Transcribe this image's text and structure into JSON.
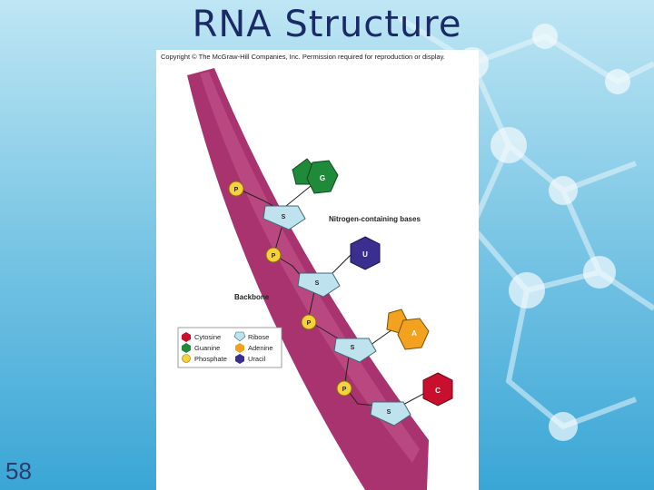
{
  "slide": {
    "title": "RNA Structure",
    "number": "58"
  },
  "figure": {
    "copyright": "Copyright © The McGraw-Hill Companies, Inc. Permission required for reproduction or display.",
    "labels": {
      "bases": "Nitrogen-containing bases",
      "backbone": "Backbone"
    },
    "nodes": {
      "phosphate": "P",
      "sugar": "S"
    },
    "bases": {
      "guanine": "G",
      "uracil": "U",
      "adenine": "A",
      "cytosine": "C"
    },
    "key": [
      {
        "symbol": "C",
        "label": "Cytosine",
        "color": "#c8102e"
      },
      {
        "symbol": "S",
        "label": "Ribose",
        "color": "#bfe3ee"
      },
      {
        "symbol": "G",
        "label": "Guanine",
        "color": "#1f8a3a"
      },
      {
        "symbol": "A",
        "label": "Adenine",
        "color": "#f2a21e"
      },
      {
        "symbol": "P",
        "label": "Phosphate",
        "color": "#f5d23a"
      },
      {
        "symbol": "U",
        "label": "Uracil",
        "color": "#3a2f8f"
      }
    ],
    "colors": {
      "backbone": "#a8336e",
      "sugar": "#bfe3ee",
      "phosphate": "#f5d23a",
      "guanine": "#1f8a3a",
      "uracil": "#3a2f8f",
      "adenine": "#f2a21e",
      "cytosine": "#c8102e"
    }
  }
}
